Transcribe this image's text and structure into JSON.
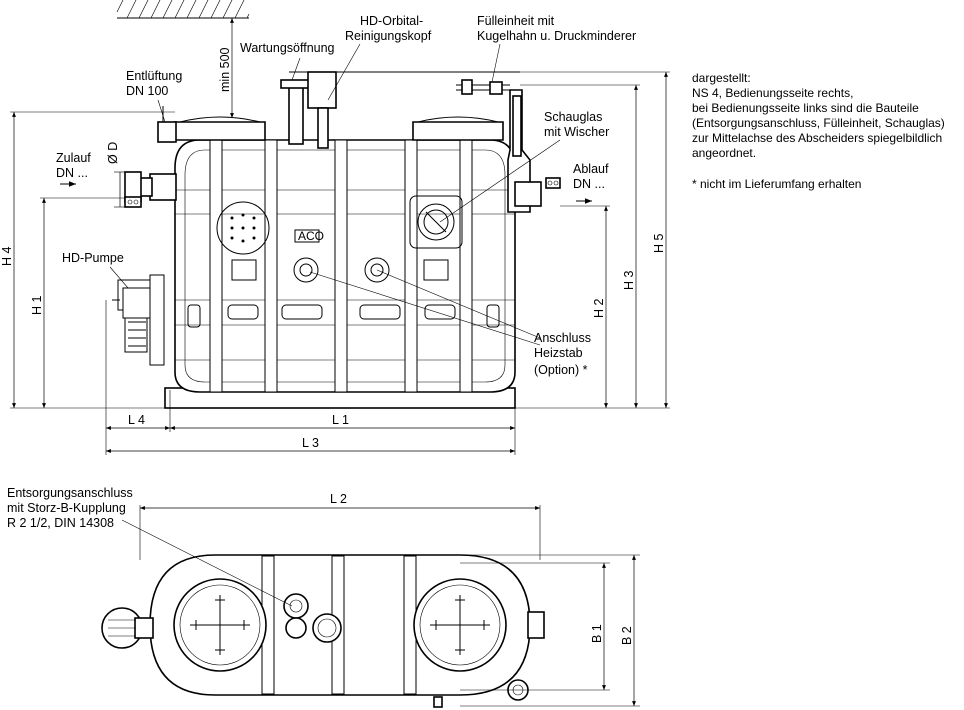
{
  "labels": {
    "wartung": "Wartungsöffnung",
    "min500": "min 500",
    "orbital_1": "HD-Orbital-",
    "orbital_2": "Reinigungskopf",
    "fuell_1": "Fülleinheit mit",
    "fuell_2": "Kugelhahn u. Druckminderer",
    "entlueft_1": "Entlüftung",
    "entlueft_2": "DN 100",
    "od": "Ø D",
    "zulauf_1": "Zulauf",
    "zulauf_2": "DN ...",
    "ablauf_1": "Ablauf",
    "ablauf_2": "DN ...",
    "schauglas_1": "Schauglas",
    "schauglas_2": "mit Wischer",
    "hdpumpe": "HD-Pumpe",
    "heiz_1": "Anschluss",
    "heiz_2": "Heizstab",
    "heiz_3": "(Option) *",
    "entsorg_1": "Entsorgungsanschluss",
    "entsorg_2": "mit Storz-B-Kupplung",
    "entsorg_3": "R 2 1/2, DIN 14308",
    "logo": "ACO"
  },
  "dimensions": {
    "h1": "H 1",
    "h2": "H 2",
    "h3": "H 3",
    "h4": "H 4",
    "h5": "H 5",
    "l1": "L 1",
    "l2": "L 2",
    "l3": "L 3",
    "l4": "L 4",
    "b1": "B 1",
    "b2": "B 2"
  },
  "notes": {
    "line1": "dargestellt:",
    "line2": "NS 4, Bedienungsseite rechts,",
    "line3": "bei Bedienungsseite links sind die Bauteile",
    "line4": "(Entsorgungsanschluss, Fülleinheit, Schauglas)",
    "line5": "zur Mittelachse des Abscheiders spiegelbildlich",
    "line6": "angeordnet.",
    "footnote": "* nicht im Lieferumfang erhalten"
  }
}
